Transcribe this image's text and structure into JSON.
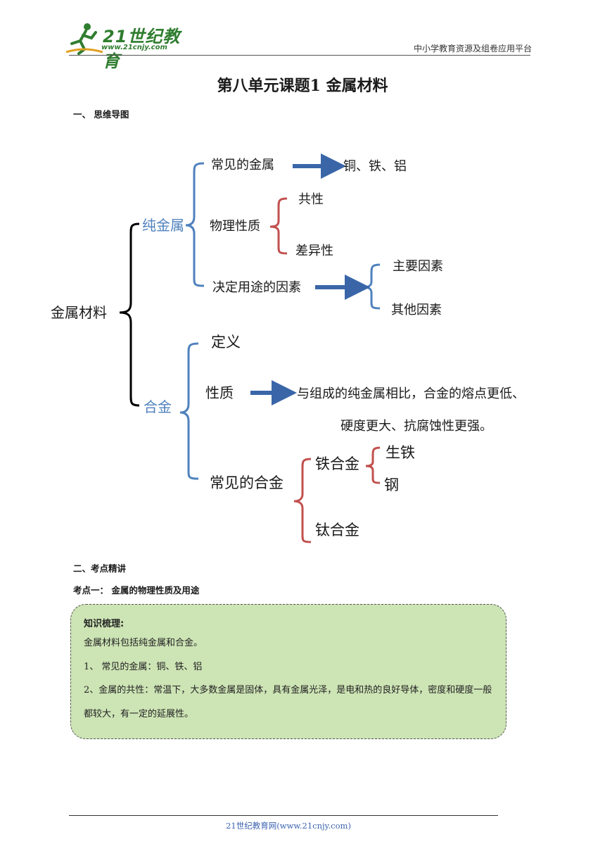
{
  "header": {
    "logo_text": "21世纪教育",
    "logo_url": "www.21cnjy.com",
    "platform": "中小学教育资源及组卷应用平台"
  },
  "title": "第八单元课题1  金属材料",
  "section1": "一、 思维导图",
  "mindmap": {
    "root": "金属材料",
    "pure": "纯金属",
    "common_metals": "常见的金属",
    "common_metals_list": "铜、铁、铝",
    "physical": "物理性质",
    "commonality": "共性",
    "difference": "差异性",
    "factors": "决定用途的因素",
    "main_factor": "主要因素",
    "other_factor": "其他因素",
    "alloy": "合金",
    "definition": "定义",
    "property": "性质",
    "property_text_1": "与组成的纯金属相比，合金的熔点更低、",
    "property_text_2": "硬度更大、抗腐蚀性更强。",
    "common_alloys": "常见的合金",
    "iron_alloy": "铁合金",
    "pig_iron": "生铁",
    "steel": "钢",
    "titanium_alloy": "钛合金",
    "colors": {
      "blue": "#4f81bd",
      "red": "#c0504d",
      "black": "#000000",
      "arrow": "#3a66a8"
    }
  },
  "section2": "二、考点精讲",
  "point1": "考点一：  金属的物理性质及用途",
  "knowledge": {
    "heading": "知识梳理:",
    "line1": "金属材料包括纯金属和合金。",
    "line2": "1、 常见的金属：铜、铁、铝",
    "line3": "2、金属的共性：常温下，大多数金属是固体，具有金属光泽，是电和热的良好导体，密度和硬度一般都较大，有一定的延展性。"
  },
  "footer": "21世纪教育网(www.21cnjy.com)"
}
